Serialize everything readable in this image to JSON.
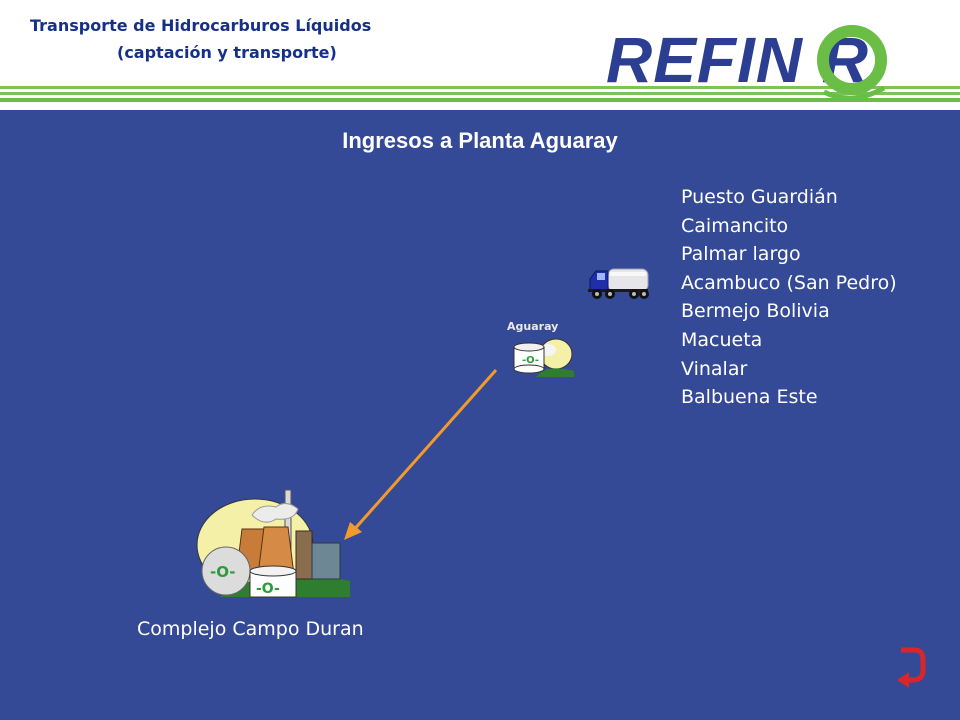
{
  "header": {
    "title_line1": "Transporte de Hidrocarburos Líquidos",
    "title_line2": "(captación y transporte)"
  },
  "logo": {
    "text": "REFIN  R",
    "full_name": "REFINOR"
  },
  "diagram": {
    "title": "Ingresos a Planta Aguaray",
    "source_places": [
      "Puesto Guardián",
      "Caimancito",
      "Palmar largo",
      "Acambuco (San Pedro)",
      "Bermejo Bolivia",
      "Macueta",
      "Vinalar",
      "Balbuena Este"
    ],
    "plant_label": "Aguaray",
    "destination_label": "Complejo Campo Duran",
    "arrow": {
      "from": "Aguaray",
      "to": "Complejo Campo Duran"
    }
  },
  "colors": {
    "background": "#354a97",
    "header_text": "#16308a",
    "logo_blue": "#2b3e92",
    "logo_green": "#6abd45",
    "arrow": "#f39a2c",
    "return_icon": "#d8262b"
  },
  "icons": [
    "truck-icon",
    "storage-tank-icon",
    "refinery-complex-icon",
    "return-arrow-icon"
  ]
}
